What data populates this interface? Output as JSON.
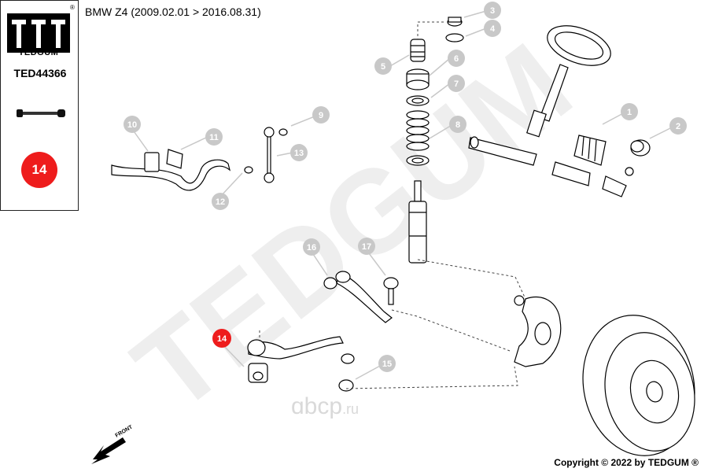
{
  "header": {
    "title": "BMW Z4  (2009.02.01 > 2016.08.31)"
  },
  "sidebar": {
    "brand": "TEDGUM",
    "registered_mark": "®",
    "part_number": "TED44366",
    "highlight_number": "14"
  },
  "watermark": {
    "text": "TEDGUM",
    "site_main": "ɑbcp",
    "site_tld": ".ru"
  },
  "callouts": [
    "1",
    "2",
    "3",
    "4",
    "5",
    "6",
    "7",
    "8",
    "9",
    "10",
    "11",
    "12",
    "13",
    "14",
    "15",
    "16",
    "17"
  ],
  "front_label": "FRONT",
  "footer": {
    "copyright": "Copyright © 2022 by TEDGUM ®"
  },
  "colors": {
    "callout_gray": "#c8c8c8",
    "highlight_red": "#ee1c1c",
    "watermark_gray": "#eeeeee"
  }
}
